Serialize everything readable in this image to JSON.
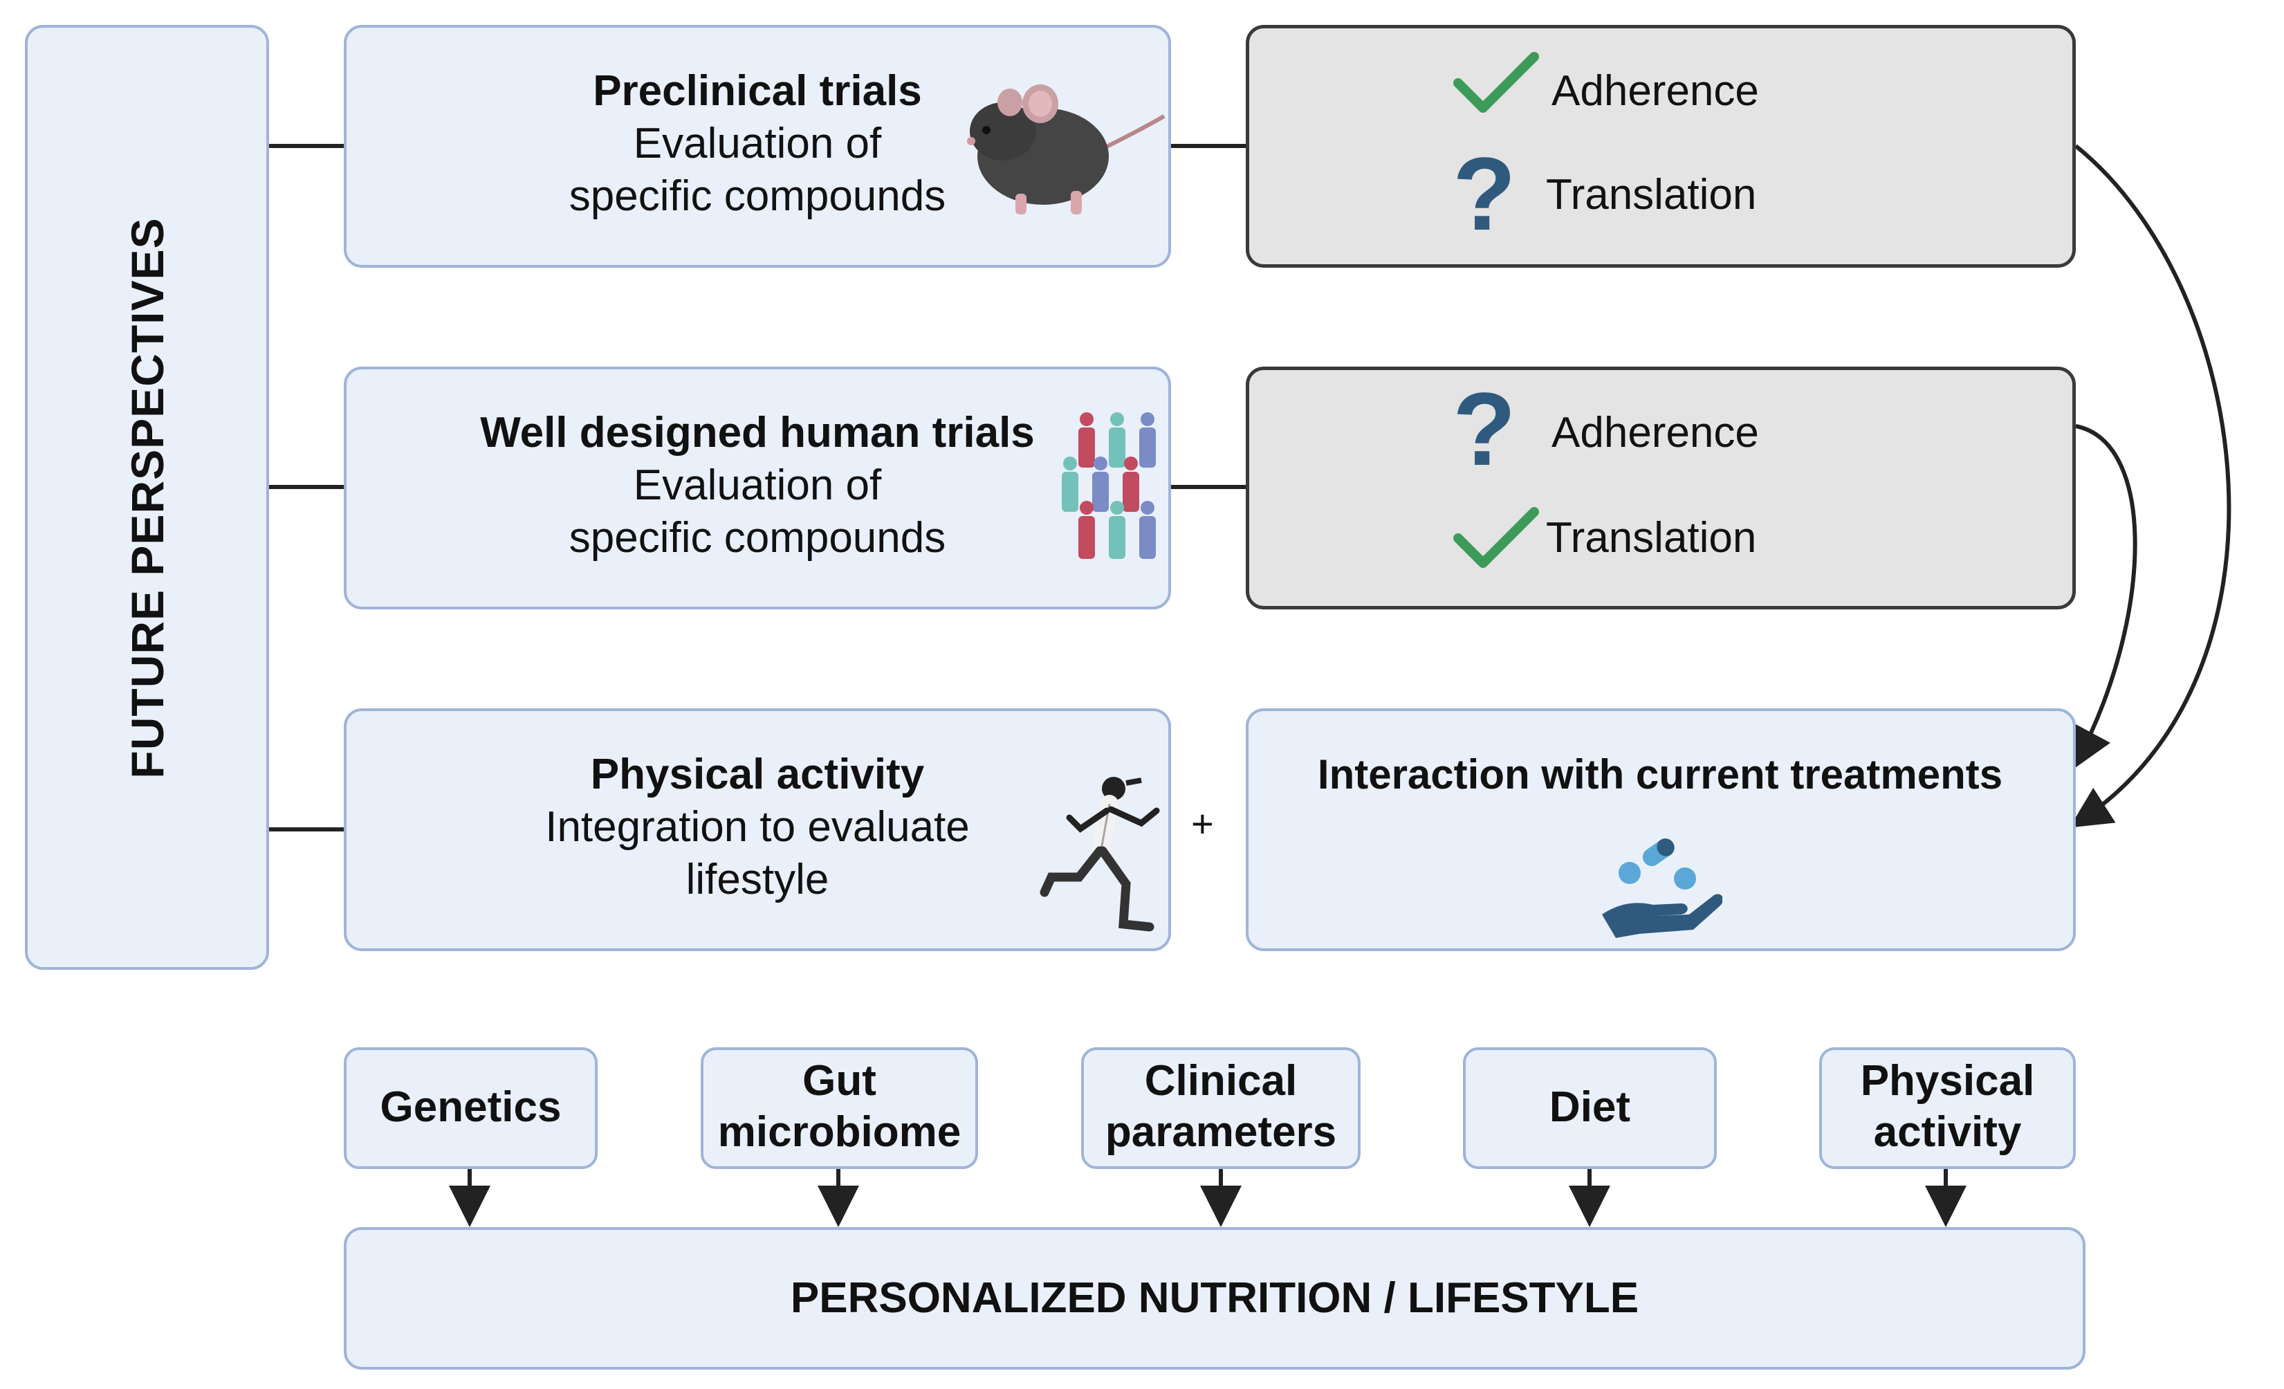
{
  "left_panel": {
    "title": "FUTURE PERSPECTIVES"
  },
  "rows": [
    {
      "title": "Preclinical trials",
      "line1": "Evaluation of",
      "line2": "specific compounds",
      "icon": "mouse-icon"
    },
    {
      "title": "Well designed human trials",
      "line1": "Evaluation of",
      "line2": "specific compounds",
      "icon": "people-group-icon"
    },
    {
      "title": "Physical activity",
      "line1": "Integration to evaluate",
      "line2": "lifestyle",
      "icon": "runner-icon"
    }
  ],
  "assessments": [
    {
      "items": [
        {
          "status": "check",
          "label": "Adherence"
        },
        {
          "status": "question",
          "label": "Translation"
        }
      ]
    },
    {
      "items": [
        {
          "status": "question",
          "label": "Adherence"
        },
        {
          "status": "check",
          "label": "Translation"
        }
      ]
    }
  ],
  "plus_sign": "+",
  "treatments_box": {
    "title": "Interaction with current treatments",
    "icon": "hand-pills-icon"
  },
  "factors": [
    {
      "line1": "Genetics",
      "line2": ""
    },
    {
      "line1": "Gut",
      "line2": "microbiome"
    },
    {
      "line1": "Clinical",
      "line2": "parameters"
    },
    {
      "line1": "Diet",
      "line2": ""
    },
    {
      "line1": "Physical",
      "line2": "activity"
    }
  ],
  "outcome": {
    "label": "PERSONALIZED NUTRITION / LIFESTYLE"
  },
  "colors": {
    "box_fill": "#e9f0fa",
    "box_border": "#9fb4d8",
    "grey_fill": "#e4e4e4",
    "check": "#3d9b5a",
    "question": "#2f5a7e"
  }
}
